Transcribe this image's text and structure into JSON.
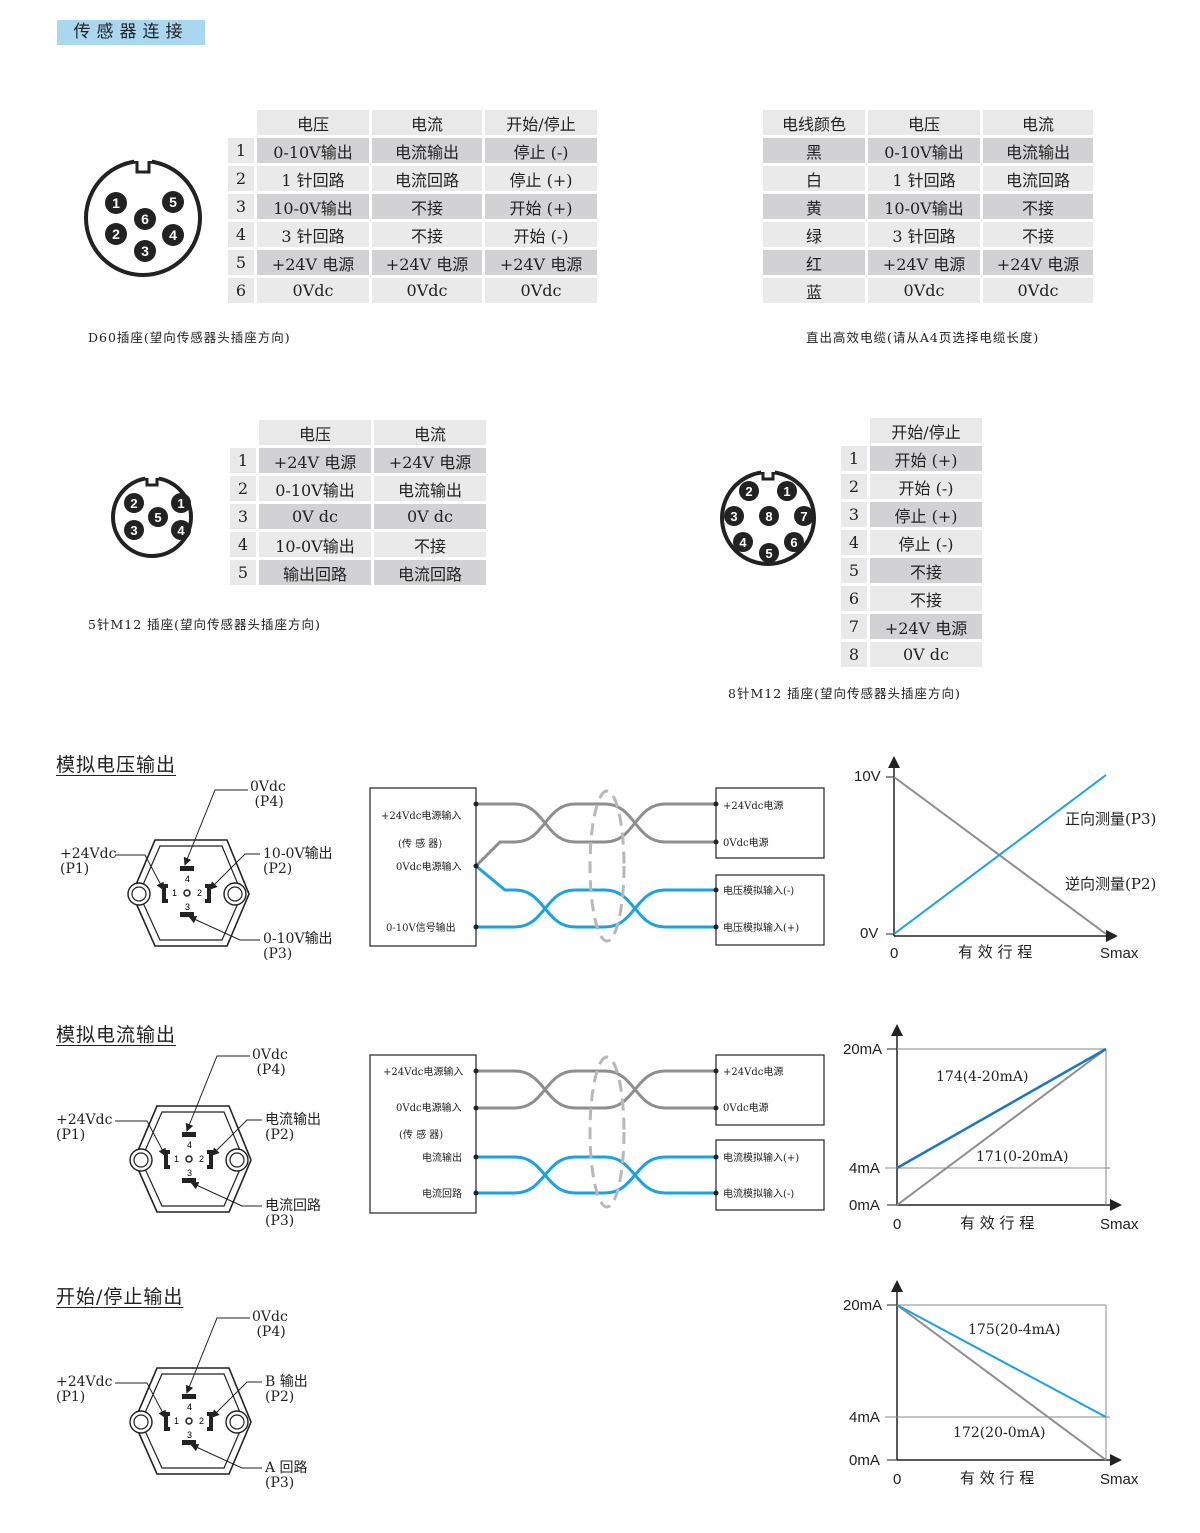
{
  "section_title": "传感器连接",
  "d60": {
    "caption": "D60插座(望向传感器头插座方向)",
    "headers": [
      "电压",
      "电流",
      "开始/停止"
    ],
    "rows": [
      {
        "n": "1",
        "cells": [
          "0-10V输出",
          "电流输出",
          "停止 (-)"
        ]
      },
      {
        "n": "2",
        "cells": [
          "1 针回路",
          "电流回路",
          "停止 (+)"
        ]
      },
      {
        "n": "3",
        "cells": [
          "10-0V输出",
          "不接",
          "开始 (+)"
        ]
      },
      {
        "n": "4",
        "cells": [
          "3 针回路",
          "不接",
          "开始 (-)"
        ]
      },
      {
        "n": "5",
        "cells": [
          "+24V 电源",
          "+24V 电源",
          "+24V 电源"
        ]
      },
      {
        "n": "6",
        "cells": [
          "0Vdc",
          "0Vdc",
          "0Vdc"
        ]
      }
    ],
    "pins": [
      "1",
      "2",
      "3",
      "4",
      "5",
      "6"
    ]
  },
  "cable": {
    "caption": "直出高效电缆(请从A4页选择电缆长度)",
    "headers": [
      "电线颜色",
      "电压",
      "电流"
    ],
    "rows": [
      {
        "cells": [
          "黑",
          "0-10V输出",
          "电流输出"
        ]
      },
      {
        "cells": [
          "白",
          "1 针回路",
          "电流回路"
        ]
      },
      {
        "cells": [
          "黄",
          "10-0V输出",
          "不接"
        ]
      },
      {
        "cells": [
          "绿",
          "3 针回路",
          "不接"
        ]
      },
      {
        "cells": [
          "红",
          "+24V 电源",
          "+24V 电源"
        ]
      },
      {
        "cells": [
          "蓝",
          "0Vdc",
          "0Vdc"
        ]
      }
    ]
  },
  "m12_5": {
    "caption": "5针M12 插座(望向传感器头插座方向)",
    "headers": [
      "电压",
      "电流"
    ],
    "rows": [
      {
        "n": "1",
        "cells": [
          "+24V 电源",
          "+24V 电源"
        ]
      },
      {
        "n": "2",
        "cells": [
          "0-10V输出",
          "电流输出"
        ]
      },
      {
        "n": "3",
        "cells": [
          "0V dc",
          "0V dc"
        ]
      },
      {
        "n": "4",
        "cells": [
          "10-0V输出",
          "不接"
        ]
      },
      {
        "n": "5",
        "cells": [
          "输出回路",
          "电流回路"
        ]
      }
    ],
    "pins": [
      "1",
      "2",
      "3",
      "4",
      "5"
    ]
  },
  "m12_8": {
    "caption": "8针M12 插座(望向传感器头插座方向)",
    "headers": [
      "开始/停止"
    ],
    "rows": [
      {
        "n": "1",
        "cells": [
          "开始 (+)"
        ]
      },
      {
        "n": "2",
        "cells": [
          "开始 (-)"
        ]
      },
      {
        "n": "3",
        "cells": [
          "停止 (+)"
        ]
      },
      {
        "n": "4",
        "cells": [
          "停止 (-)"
        ]
      },
      {
        "n": "5",
        "cells": [
          "不接"
        ]
      },
      {
        "n": "6",
        "cells": [
          "不接"
        ]
      },
      {
        "n": "7",
        "cells": [
          "+24V 电源"
        ]
      },
      {
        "n": "8",
        "cells": [
          "0V dc"
        ]
      }
    ],
    "pins": [
      "1",
      "2",
      "3",
      "4",
      "5",
      "6",
      "7",
      "8"
    ]
  },
  "voltage_output": {
    "title": "模拟电压输出",
    "labels": {
      "p4": "0Vdc",
      "p4_id": "(P4)",
      "p1": "+24Vdc",
      "p1_id": "(P1)",
      "p2": "10-0V输出",
      "p2_id": "(P2)",
      "p3": "0-10V输出",
      "p3_id": "(P3)"
    },
    "connector_pins": [
      "1",
      "2",
      "3",
      "4"
    ],
    "sensor_labels": [
      "+24Vdc电源输入",
      "(传 感 器)",
      "0Vdc电源输入",
      "0-10V信号输出"
    ],
    "receiver_top": [
      "+24Vdc电源",
      "0Vdc电源"
    ],
    "receiver_bottom": [
      "电压模拟输入(-)",
      "电压模拟输入(+)"
    ],
    "graph": {
      "y_top": "10V",
      "y_bottom": "0V",
      "x_start": "0",
      "x_end": "Smax",
      "x_label": "有 效 行 程",
      "line_forward": "正向测量(P3)",
      "line_reverse": "逆向测量(P2)"
    }
  },
  "current_output": {
    "title": "模拟电流输出",
    "labels": {
      "p4": "0Vdc",
      "p4_id": "(P4)",
      "p1": "+24Vdc",
      "p1_id": "(P1)",
      "p2": "电流输出",
      "p2_id": "(P2)",
      "p3": "电流回路",
      "p3_id": "(P3)"
    },
    "connector_pins": [
      "1",
      "2",
      "3",
      "4"
    ],
    "sensor_labels": [
      "+24Vdc电源输入",
      "0Vdc电源输入",
      "(传 感 器)",
      "电流输出",
      "电流回路"
    ],
    "receiver_top": [
      "+24Vdc电源",
      "0Vdc电源"
    ],
    "receiver_bottom": [
      "电流模拟输入(+)",
      "电流模拟输入(-)"
    ],
    "graph": {
      "y_top": "20mA",
      "y_mid": "4mA",
      "y_bottom": "0mA",
      "x_start": "0",
      "x_end": "Smax",
      "x_label": "有 效 行 程",
      "line_a": "174(4-20mA)",
      "line_b": "171(0-20mA)"
    }
  },
  "startstop_output": {
    "title": "开始/停止输出",
    "labels": {
      "p4": "0Vdc",
      "p4_id": "(P4)",
      "p1": "+24Vdc",
      "p1_id": "(P1)",
      "p2": "B 输出",
      "p2_id": "(P2)",
      "p3": "A 回路",
      "p3_id": "(P3)"
    },
    "connector_pins": [
      "1",
      "2",
      "3",
      "4"
    ],
    "graph": {
      "y_top": "20mA",
      "y_mid": "4mA",
      "y_bottom": "0mA",
      "x_start": "0",
      "x_end": "Smax",
      "x_label": "有 效 行 程",
      "line_a": "175(20-4mA)",
      "line_b": "172(20-0mA)"
    }
  },
  "colors": {
    "tab": "#a9d7f0",
    "blue": "#1aa3e0",
    "gray": "#8e8e8e",
    "cell_dark": "#d2d2d4",
    "cell_light": "#eaeaeb"
  }
}
